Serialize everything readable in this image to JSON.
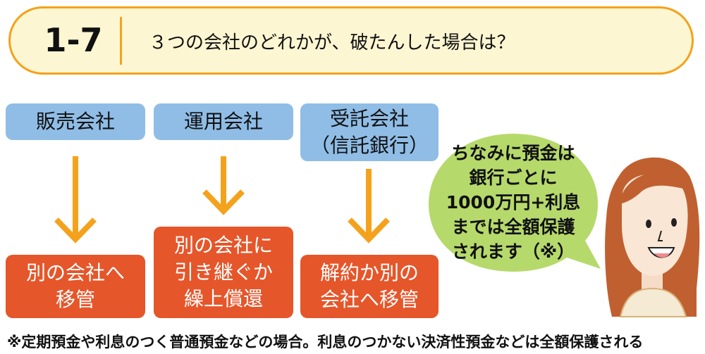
{
  "header": {
    "number": "1-7",
    "title": "３つの会社のどれかが、破たんした場合は？"
  },
  "companies": [
    {
      "name_lines": [
        "販売会社"
      ],
      "result_lines": [
        "別の会社へ",
        "移管"
      ]
    },
    {
      "name_lines": [
        "運用会社"
      ],
      "result_lines": [
        "別の会社に",
        "引き継ぐか",
        "繰上償還"
      ]
    },
    {
      "name_lines": [
        "受託会社",
        "（信託銀行）"
      ],
      "result_lines": [
        "解約か別の",
        "会社へ移管"
      ]
    }
  ],
  "bubble": {
    "lines": [
      "ちなみに預金は",
      "銀行ごとに",
      "1000万円+利息",
      "までは全額保護",
      "されます（※）"
    ]
  },
  "footnote": "※定期預金や利息のつく普通預金などの場合。利息のつかない決済性預金などは全額保護される",
  "colors": {
    "accent": "#f4a21c",
    "header_bg": "#fdf6d2",
    "company_box": "#8fbde6",
    "result_box": "#e5562a",
    "bubble": "#b6d96b"
  }
}
